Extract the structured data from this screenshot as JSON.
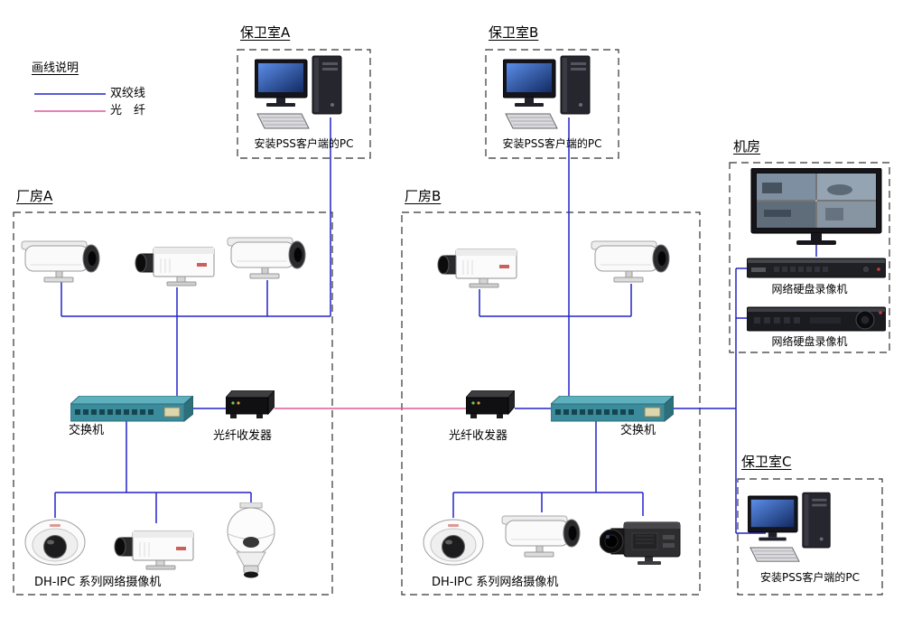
{
  "colors": {
    "twisted_pair": "#2424c8",
    "fiber": "#e0589a"
  },
  "legend": {
    "title": "画线说明",
    "items": [
      {
        "label": "双绞线",
        "color": "#2424c8"
      },
      {
        "label": "光　纤",
        "color": "#e0589a"
      }
    ]
  },
  "rooms": {
    "guard_a": {
      "title": "保卫室A",
      "pc_label": "安装PSS客户端的PC"
    },
    "guard_b": {
      "title": "保卫室B",
      "pc_label": "安装PSS客户端的PC"
    },
    "server_room": {
      "title": "机房",
      "nvr_labels": [
        "网络硬盘录像机",
        "网络硬盘录像机"
      ]
    },
    "factory_a": {
      "title": "厂房A",
      "switch_label": "交换机",
      "transceiver_label": "光纤收发器",
      "cameras_label": "DH-IPC 系列网络摄像机"
    },
    "factory_b": {
      "title": "厂房B",
      "switch_label": "交换机",
      "transceiver_label": "光纤收发器",
      "cameras_label": "DH-IPC 系列网络摄像机"
    },
    "guard_c": {
      "title": "保卫室C",
      "pc_label": "安装PSS客户端的PC"
    }
  }
}
